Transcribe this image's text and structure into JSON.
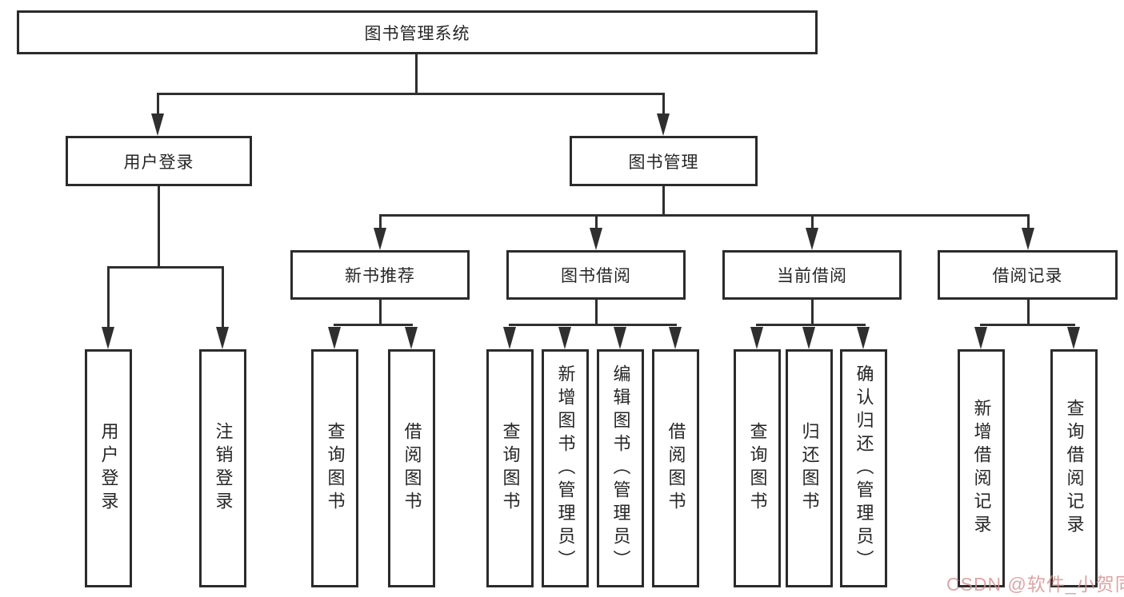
{
  "nodes": {
    "root": "图书管理系统",
    "level2": {
      "user_login": "用户登录",
      "book_mgmt": "图书管理"
    },
    "level3": {
      "new_book_rec": "新书推荐",
      "book_borrow": "图书借阅",
      "current_borrow": "当前借阅",
      "borrow_record": "借阅记录"
    },
    "leaves": {
      "user_login": "用户登录",
      "logout": "注销登录",
      "nb_query": "查询图书",
      "nb_borrow": "借阅图书",
      "bb_query": "查询图书",
      "bb_add": "新增图书（管理员）",
      "bb_edit": "编辑图书（管理员）",
      "bb_borrow": "借阅图书",
      "cb_query": "查询图书",
      "cb_return": "归还图书",
      "cb_confirm": "确认归还（管理员）",
      "br_add": "新增借阅记录",
      "br_query": "查询借阅记录"
    }
  },
  "watermark": {
    "text": "CSDN @软件_小贺同学",
    "color": "#d48f8f"
  },
  "colors": {
    "line": "#2f2f2f",
    "box_border": "#2b2b2b",
    "background": "#ffffff",
    "text": "#262626"
  }
}
